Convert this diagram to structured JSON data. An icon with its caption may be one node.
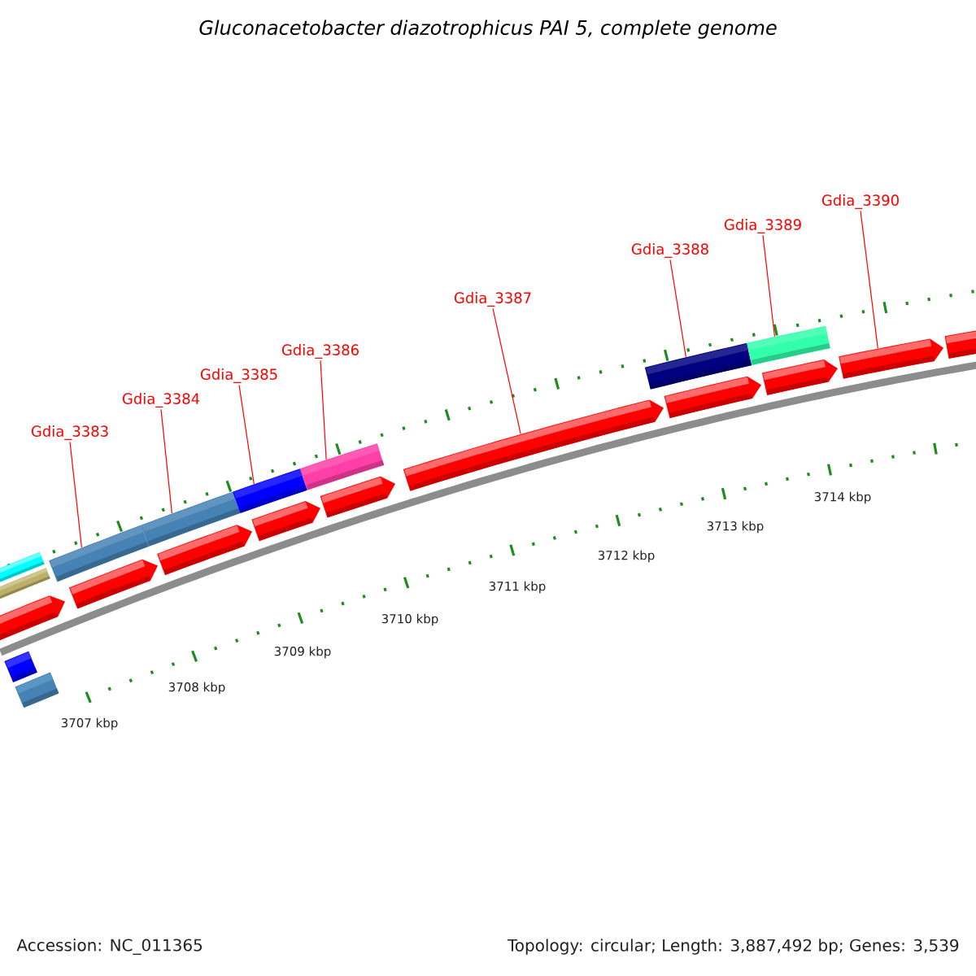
{
  "diagram": {
    "title": "Gluconacetobacter diazotrophicus PAI 5, complete genome",
    "nodes": [
      {
        "text": [
          "Gdia_3383"
        ]
      },
      {
        "text": [
          "Gdia_3384"
        ]
      },
      {
        "text": [
          "Gdia_3385"
        ]
      },
      {
        "text": [
          "Gdia_3386"
        ]
      },
      {
        "text": [
          "Gdia_3387"
        ]
      },
      {
        "text": [
          "Gdia_3388"
        ]
      },
      {
        "text": [
          "Gdia_3389"
        ]
      },
      {
        "text": [
          "Gdia_3390"
        ]
      },
      {
        "text": [],
        "shape": "bar"
      },
      {
        "text": [],
        "shape": "bar"
      },
      {
        "text": [],
        "shape": "bar"
      },
      {
        "text": [],
        "shape": "bar"
      },
      {
        "text": [],
        "shape": "bar"
      },
      {
        "text": [],
        "shape": "bar"
      },
      {
        "text": [],
        "shape": "bar"
      },
      {
        "text": [],
        "shape": "bar"
      },
      {
        "text": [],
        "shape": "bar"
      },
      {
        "text": [],
        "shape": "bar"
      },
      {
        "text": [],
        "shape": "bar"
      },
      {
        "text": [],
        "shape": "bar"
      },
      {
        "text": [],
        "shape": "bar"
      },
      {
        "text": [],
        "shape": "bar"
      },
      {
        "text": [],
        "shape": "bar"
      },
      {
        "text": [],
        "shape": "bar"
      },
      {
        "text": [],
        "shape": "bar"
      },
      {
        "text": [],
        "shape": "bar"
      },
      {
        "text": [],
        "shape": "bar"
      },
      {
        "text": [],
        "shape": "bar"
      }
    ],
    "edges": [
      {
        "from": 0,
        "to": 8,
        "arrow": "none"
      },
      {
        "from": 1,
        "to": 9,
        "arrow": "none"
      },
      {
        "from": 2,
        "to": 10,
        "arrow": "none"
      },
      {
        "from": 3,
        "to": 11,
        "arrow": "none"
      },
      {
        "from": 4,
        "to": 14,
        "arrow": "none"
      },
      {
        "from": 5,
        "to": 12,
        "arrow": "none"
      },
      {
        "from": 6,
        "to": 13,
        "arrow": "none"
      },
      {
        "from": 7,
        "to": 15,
        "arrow": "none"
      }
    ],
    "labels": [
      "3707 kbp",
      "3708 kbp",
      "3709 kbp",
      "3710 kbp",
      "3711 kbp",
      "3712 kbp",
      "3713 kbp",
      "3714 kbp",
      "Accession: NC_011365",
      "Topology: circular; Length: 3,887,492 bp; Genes: 3,539"
    ]
  }
}
